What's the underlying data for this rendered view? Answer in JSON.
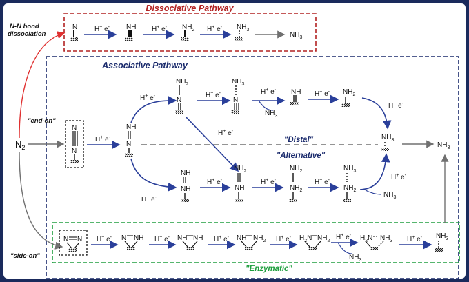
{
  "pathways": {
    "dissociative": "Dissociative Pathway",
    "associative": "Associative Pathway",
    "distal": "\"Distal\"",
    "alternative": "\"Alternative\"",
    "enzymatic": "\"Enzymatic\""
  },
  "labels": {
    "nn_bond_1": "N-N bond",
    "nn_bond_2": "dissociation",
    "end_on": "\"end-on\"",
    "side_on": "\"side-on\"",
    "start": "N",
    "start_sub": "2",
    "h_e": "H",
    "h_plus": "+",
    "e_minus": "e"
  },
  "species": {
    "n_atom": "N",
    "nh": "NH",
    "nh2": "NH",
    "nh3": "NH",
    "n_eq_n": "N=N",
    "nh_nh": "NH-NH",
    "h2n_nh2": "H",
    "sub2": "2",
    "sub3": "3"
  },
  "colors": {
    "dissociative_box": "#b22222",
    "associative_box": "#1a2a6c",
    "enzymatic_box": "#1e9e3e",
    "arrow_blue": "#2a3f9a",
    "arrow_red": "#e03030",
    "arrow_gray": "#707070",
    "frame": "#1a2a5c"
  }
}
